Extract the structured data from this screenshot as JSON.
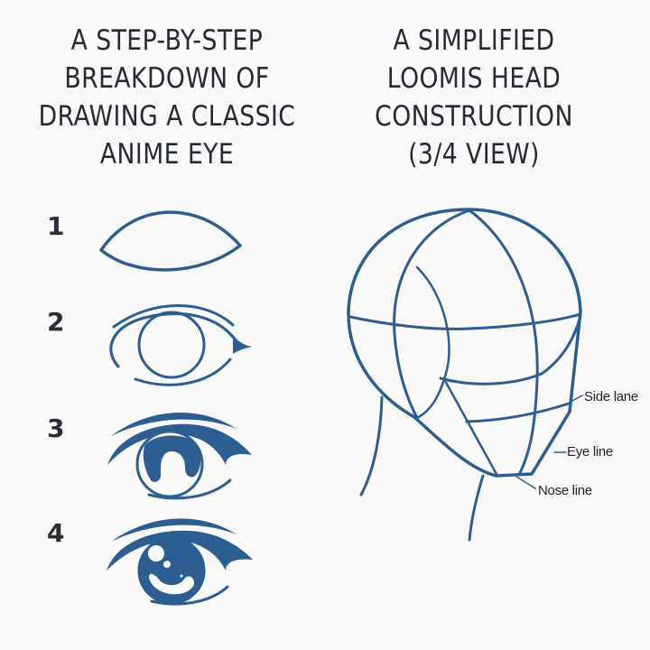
{
  "colors": {
    "stroke": "#2c5e92",
    "background": "#fbfafb",
    "text": "#262a33"
  },
  "left_panel": {
    "title_lines": [
      "A STEP-BY-STEP",
      "BREAKDOWN OF",
      "DRAWING A CLASSIC",
      "ANIME EYE"
    ],
    "steps": [
      {
        "number": "1",
        "description": "almond outline"
      },
      {
        "number": "2",
        "description": "lids and iris circle"
      },
      {
        "number": "3",
        "description": "filled iris with pupil"
      },
      {
        "number": "4",
        "description": "iris with highlights"
      }
    ]
  },
  "right_panel": {
    "title_lines": [
      "A SIMPLIFIED",
      "LOOMIS HEAD",
      "CONSTRUCTION",
      "(3/4 VIEW)"
    ],
    "labels": [
      {
        "text": "Side lane"
      },
      {
        "text": "Eye line"
      },
      {
        "text": "Nose line"
      }
    ]
  }
}
